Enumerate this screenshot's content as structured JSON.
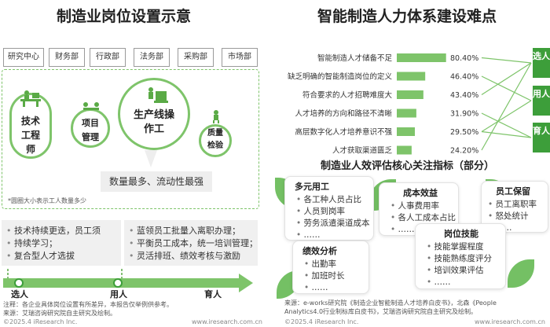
{
  "left": {
    "title": "制造业岗位设置示意",
    "departments": [
      "研究中心",
      "财务部",
      "行政部",
      "法务部",
      "采购部",
      "市场部"
    ],
    "roles": [
      {
        "name": "technician",
        "label_lines": [
          "技术",
          "工程",
          "师"
        ],
        "icon": "technician-desk-icon"
      },
      {
        "name": "project-manager",
        "label_lines": [
          "项目",
          "管理"
        ],
        "icon": "manager-meeting-icon"
      },
      {
        "name": "line-worker",
        "label_lines": [
          "生产线操",
          "作工"
        ],
        "icon": "worker-machine-icon"
      },
      {
        "name": "qc-inspector",
        "label_lines": [
          "质量",
          "检验"
        ],
        "icon": "inspector-icon"
      }
    ],
    "callout": "数量最多、流动性最强",
    "circle_note": "*圆圈大小表示工人数量多少",
    "bullets_left": [
      "技术持续更迭，员工须",
      "持续学习；",
      "复合型人才选拔"
    ],
    "bullets_right": [
      "蓝领员工批量入离职办理；",
      "平衡员工成本，统一培训管理；",
      "灵活排班、绩效考核与激励"
    ],
    "timeline": [
      "选人",
      "用人",
      "育人"
    ],
    "note": "注释：各企业具体岗位设置有所差异，本报告仅举例供参考。",
    "source": "来源：艾瑞咨询研究院自主研究及绘制。",
    "copyright": "©2025.4 iResearch Inc.",
    "site": "www.iresearch.com.cn"
  },
  "right": {
    "title": "智能制造人力体系建设难点",
    "chart_data": {
      "type": "bar",
      "orientation": "horizontal",
      "categories": [
        "智能制造人才储备不足",
        "缺乏明确的智能制造岗位的定义",
        "符合要求的人才招聘难度大",
        "人才培养的方向和路径不清晰",
        "高层数字化人才培养意识不强",
        "人才获取渠道匮乏"
      ],
      "values": [
        80.4,
        46.4,
        43.4,
        31.9,
        29.5,
        24.2
      ],
      "value_labels": [
        "80.40%",
        "46.40%",
        "43.40%",
        "31.90%",
        "29.50%",
        "24.20%"
      ],
      "xlim": [
        0,
        100
      ],
      "bar_color": "#7ec46a",
      "mapping": [
        [
          "选人",
          [
            0,
            2,
            5
          ]
        ],
        [
          "用人",
          [
            1,
            4
          ]
        ],
        [
          "育人",
          [
            3,
            4
          ]
        ]
      ]
    },
    "stages": [
      "选人",
      "用人",
      "育人"
    ],
    "kpi_title": "制造业人效评估核心关注指标（部分）",
    "kpi_boxes": [
      {
        "title": "多元用工",
        "items": [
          "各工种人员占比",
          "人员到岗率",
          "劳务派遣渠道成本",
          "……"
        ]
      },
      {
        "title": "成本效益",
        "items": [
          "人事费用率",
          "各人工成本占比",
          "……"
        ]
      },
      {
        "title": "员工保留",
        "items": [
          "员工离职率",
          "怒处统计",
          "……"
        ]
      },
      {
        "title": "绩效分析",
        "items": [
          "出勤率",
          "加班时长",
          "……"
        ]
      },
      {
        "title": "岗位技能",
        "items": [
          "技能掌握程度",
          "技能熟练度评分",
          "培训效果评估",
          "……"
        ]
      }
    ],
    "source_lines": [
      "来源：e-works研究院《制造企业智能制造人才培养白皮书》，北森《People",
      "Analytics4.0行业制标库白皮书》，艾瑞咨询研究院自主研究及绘制。"
    ],
    "copyright": "©2025.4 iResearch Inc.",
    "site": "www.iresearch.com.cn"
  },
  "colors": {
    "accent": "#7ec46a",
    "dark_green": "#3d9e3a",
    "callout_bg": "#eeeeee"
  }
}
